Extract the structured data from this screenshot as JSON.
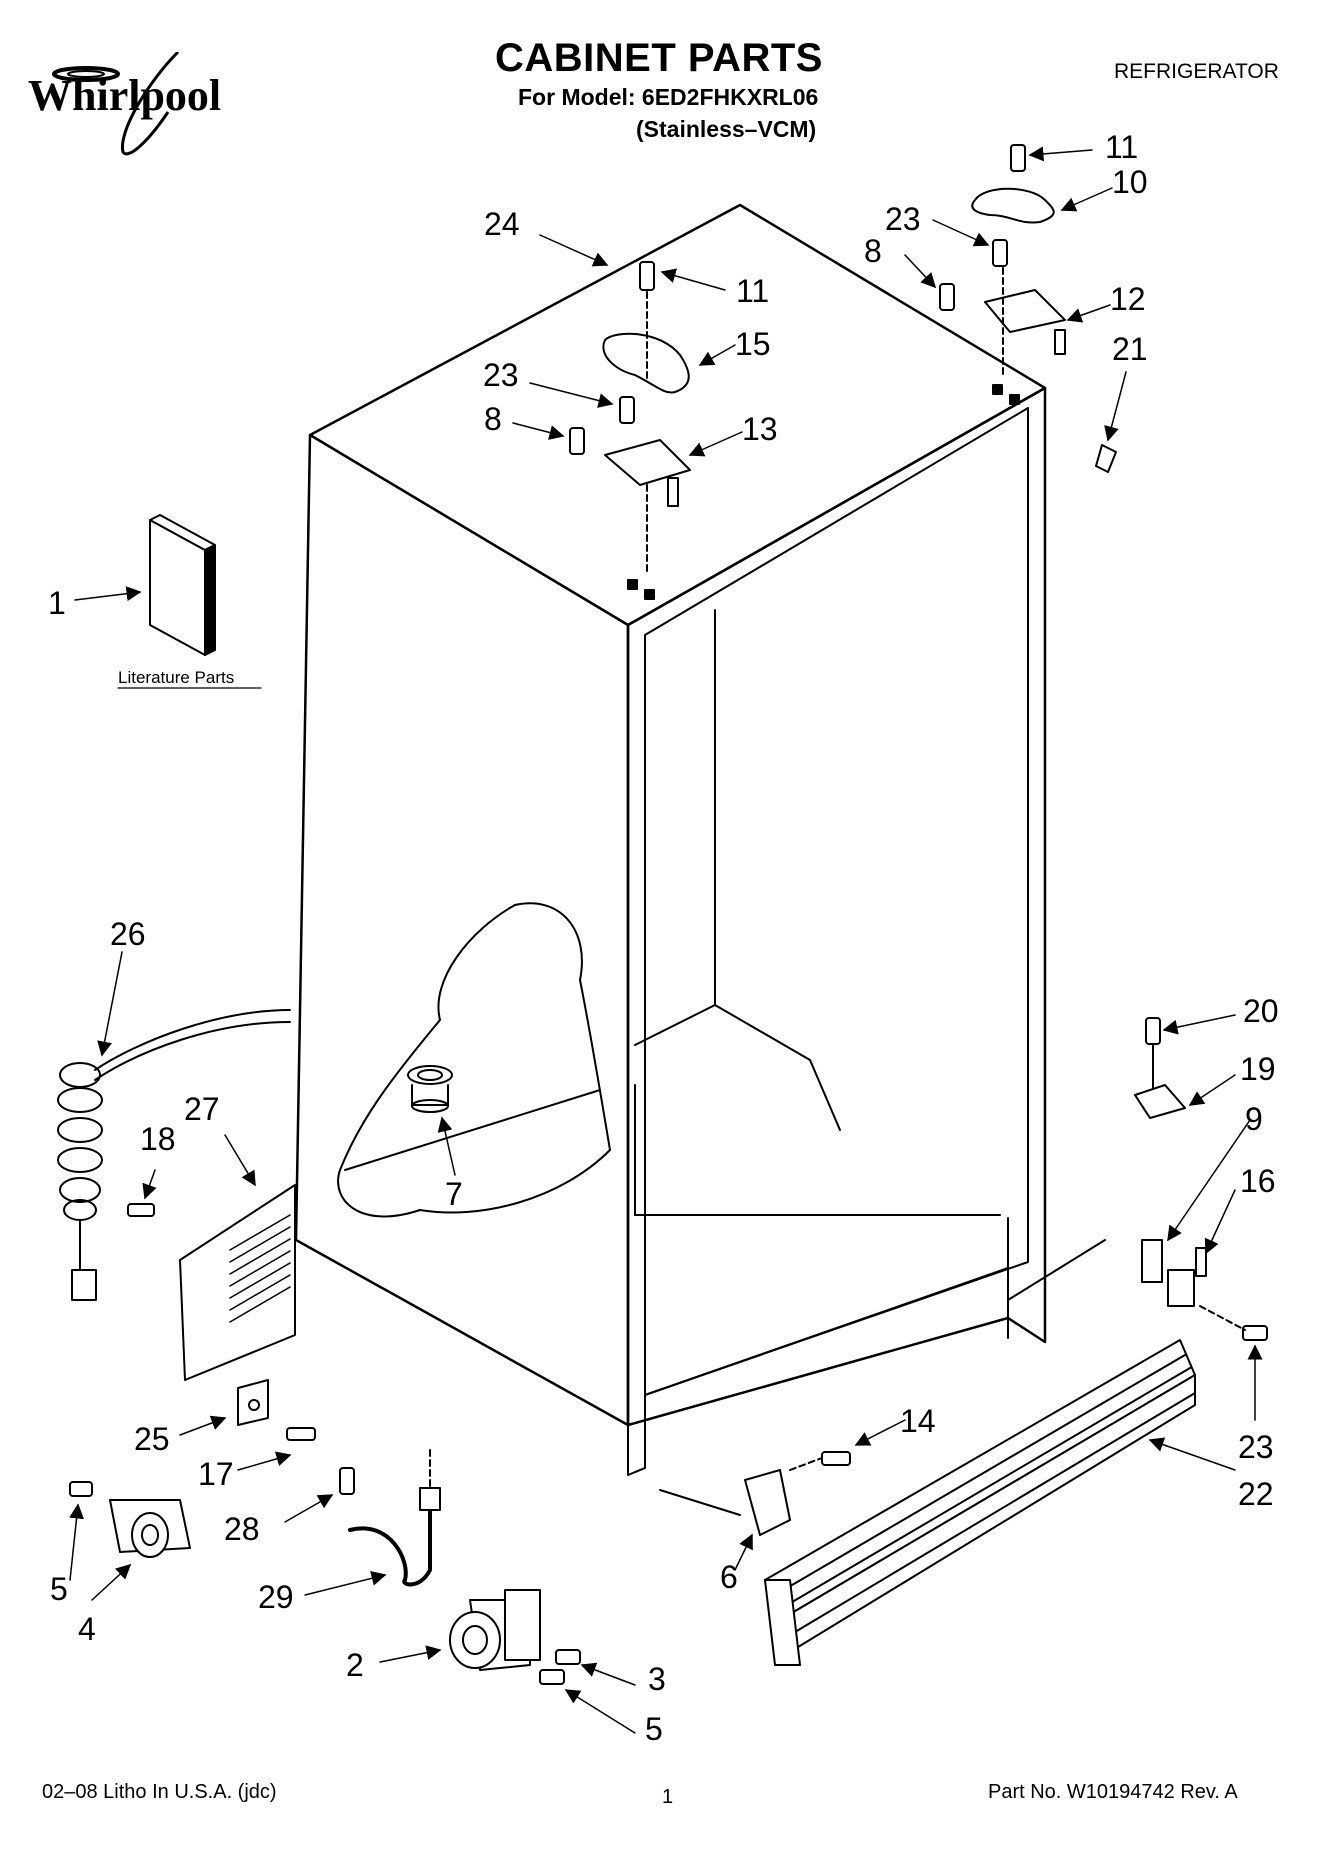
{
  "header": {
    "brand": "Whirlpool",
    "title": "CABINET PARTS",
    "model_line": "For Model: 6ED2FHKXRL06",
    "finish_line": "(Stainless–VCM)",
    "category": "REFRIGERATOR"
  },
  "literature_label": "Literature Parts",
  "callouts": [
    "1",
    "26",
    "27",
    "18",
    "25",
    "17",
    "5",
    "4",
    "28",
    "29",
    "2",
    "3",
    "5",
    "7",
    "24",
    "11",
    "15",
    "23",
    "8",
    "13",
    "11",
    "10",
    "23",
    "8",
    "12",
    "21",
    "20",
    "19",
    "9",
    "16",
    "23",
    "22",
    "14",
    "6"
  ],
  "footer": {
    "litho": "02–08 Litho In U.S.A. (jdc)",
    "page": "1",
    "part_no": "Part No. W10194742 Rev. A"
  }
}
